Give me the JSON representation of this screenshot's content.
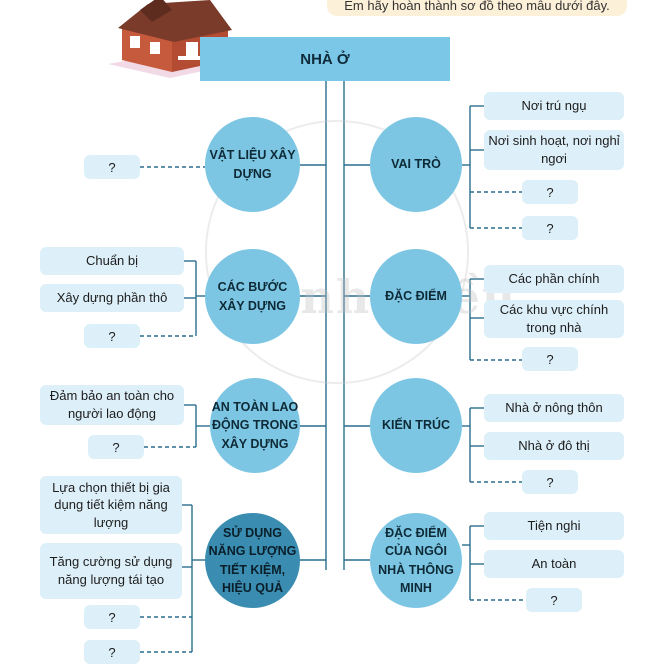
{
  "instruction": "Em hãy hoàn thành sơ đồ theo mẫu dưới đây.",
  "title": "NHÀ Ở",
  "watermark": "Cánh Diều",
  "placeholder": "?",
  "left": [
    {
      "label": "VẬT LIỆU XÂY DỰNG",
      "items": []
    },
    {
      "label": "CÁC BƯỚC XÂY DỰNG",
      "items": [
        "Chuẩn bị",
        "Xây dựng phần thô"
      ]
    },
    {
      "label": "AN TOÀN LAO ĐỘNG TRONG XÂY DỰNG",
      "items": [
        "Đảm bảo an toàn cho người lao động"
      ]
    },
    {
      "label": "SỬ DỤNG NĂNG LƯỢNG TIẾT KIỆM, HIỆU QUẢ",
      "items": [
        "Lựa chọn thiết bị gia dụng tiết kiệm năng lượng",
        "Tăng cường sử dụng năng lượng tái tạo"
      ]
    }
  ],
  "right": [
    {
      "label": "VAI TRÒ",
      "items": [
        "Nơi trú ngụ",
        "Nơi sinh hoạt, nơi nghỉ ngơi"
      ]
    },
    {
      "label": "ĐẶC ĐIỂM",
      "items": [
        "Các phần chính",
        "Các khu vực chính trong nhà"
      ]
    },
    {
      "label": "KIẾN TRÚC",
      "items": [
        "Nhà ở nông thôn",
        "Nhà ở đô thị"
      ]
    },
    {
      "label": "ĐẶC ĐIỂM CỦA NGÔI NHÀ THÔNG MINH",
      "items": [
        "Tiện nghi",
        "An toàn"
      ]
    }
  ]
}
